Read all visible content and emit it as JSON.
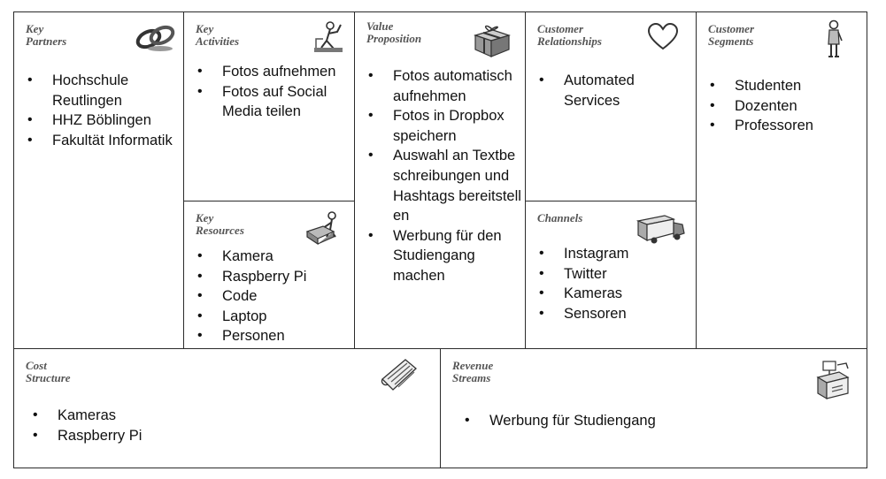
{
  "blocks": {
    "key_partners": {
      "title": "Key\nPartners",
      "icon": "chain-link-icon",
      "items": [
        "Hochschule Reutlingen",
        "HHZ Böblingen",
        "Fakultät Informatik"
      ]
    },
    "key_activities": {
      "title": "Key\nActivities",
      "icon": "worker-icon",
      "items": [
        "Fotos aufnehmen",
        "Fotos auf Social Media teilen"
      ]
    },
    "key_resources": {
      "title": "Key\nResources",
      "icon": "factory-worker-icon",
      "items": [
        "Kamera",
        "Raspberry Pi",
        "Code",
        "Laptop",
        "Personen"
      ]
    },
    "value_proposition": {
      "title": "Value\nProposition",
      "icon": "gift-icon",
      "items": [
        "Fotos automatisch aufnehmen",
        "Fotos in Dropbox speichern",
        "Auswahl an Textbeschreibungen und Hashtags bereitstellen",
        "Werbung für den Studiengang machen"
      ]
    },
    "customer_relationships": {
      "title": "Customer\nRelationships",
      "icon": "heart-icon",
      "items": [
        "Automated Services"
      ]
    },
    "channels": {
      "title": "Channels",
      "icon": "truck-icon",
      "items": [
        "Instagram",
        "Twitter",
        "Kameras",
        "Sensoren"
      ]
    },
    "customer_segments": {
      "title": "Customer\nSegments",
      "icon": "person-icon",
      "items": [
        "Studenten",
        "Dozenten",
        "Professoren"
      ]
    },
    "cost_structure": {
      "title": "Cost\nStructure",
      "icon": "receipt-icon",
      "items": [
        "Kameras",
        "Raspberry Pi"
      ]
    },
    "revenue_streams": {
      "title": "Revenue\nStreams",
      "icon": "cash-register-icon",
      "items": [
        "Werbung für Studiengang"
      ]
    }
  }
}
